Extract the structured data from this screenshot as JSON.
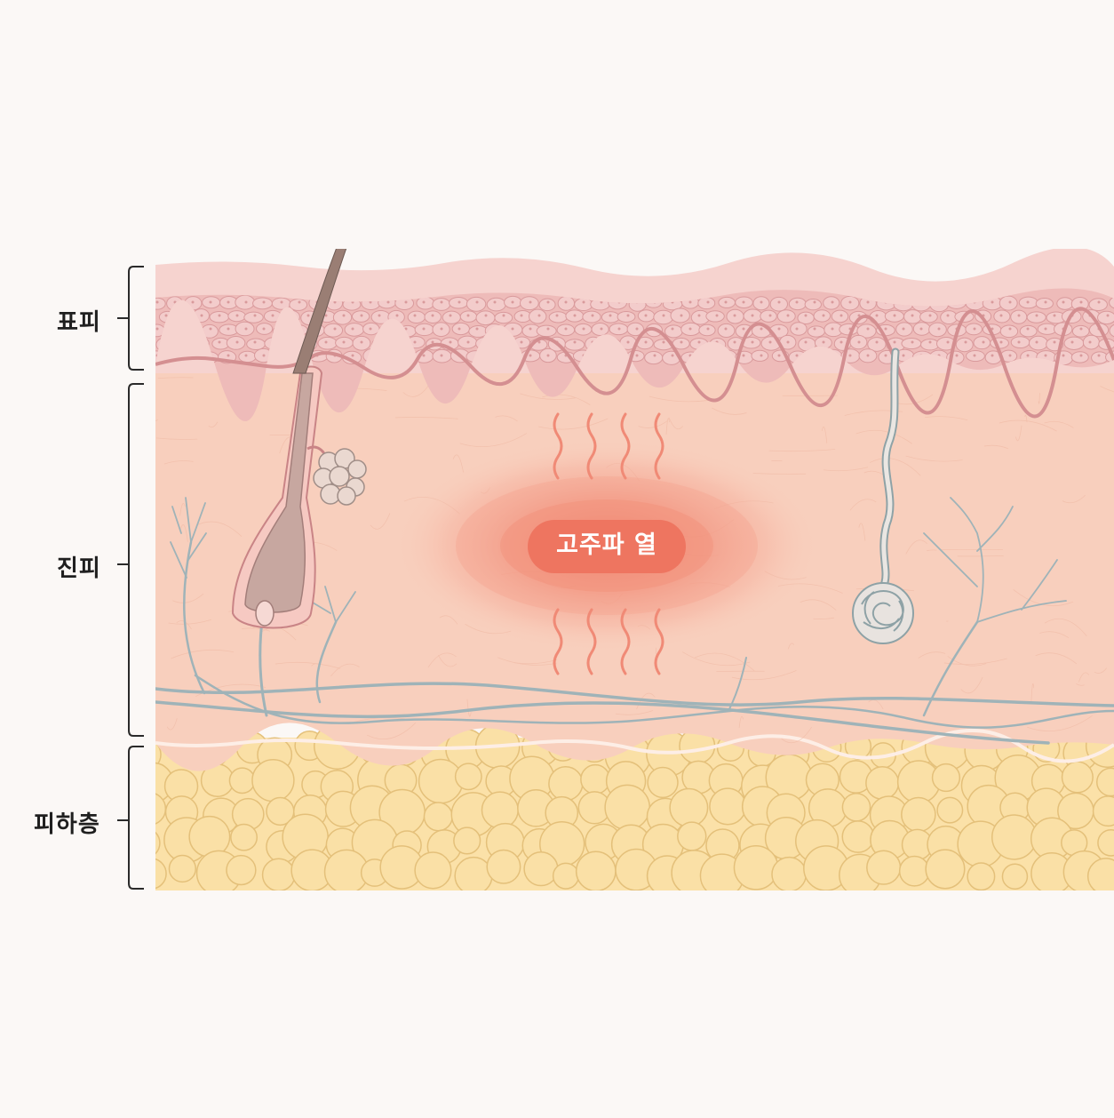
{
  "layers": {
    "epidermis": "표피",
    "dermis": "진피",
    "hypodermis": "피하층"
  },
  "heat_label": "고주파 열",
  "colors": {
    "epidermis_top": "#f6d3cf",
    "epidermis_cells": "#eebbb9",
    "dermis": "#f8cfbd",
    "hypodermis": "#fbe1a8",
    "heat": "#ee7560",
    "vessels": "#9fb3b8",
    "label_text": "#1f1f1f"
  }
}
